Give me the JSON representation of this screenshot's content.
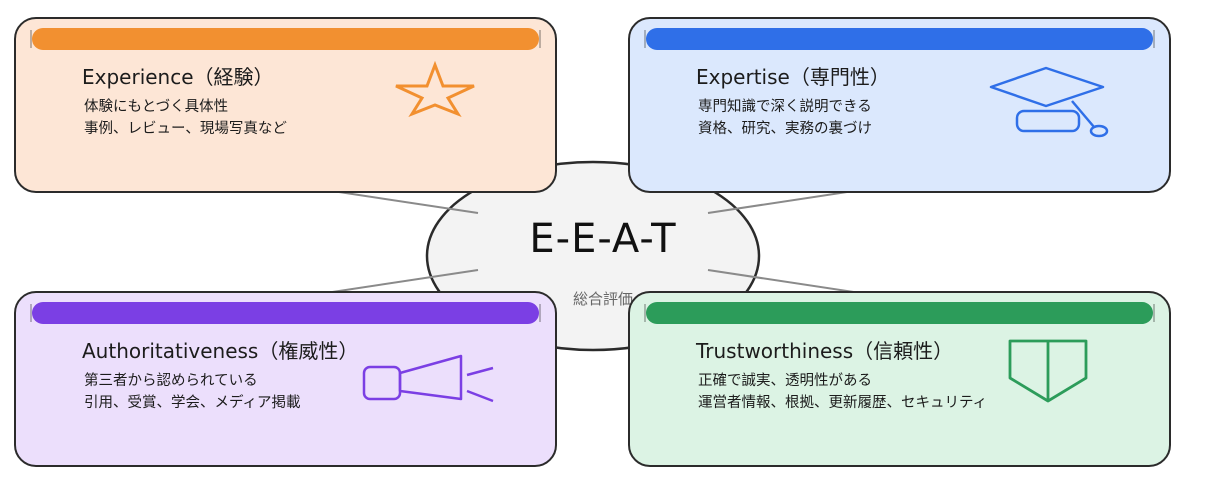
{
  "center": {
    "title": "E-E-A-T",
    "subtitle": "総合評価"
  },
  "cards": [
    {
      "id": "experience",
      "title": "Experience（経験）",
      "lines": [
        "体験にもとづく具体性",
        "事例、レビュー、現場写真など"
      ],
      "icon": "star-icon",
      "bg": "#fde6d6",
      "accent": "#f29030"
    },
    {
      "id": "expertise",
      "title": "Expertise（専門性）",
      "lines": [
        "専門知識で深く説明できる",
        "資格、研究、実務の裏づけ"
      ],
      "icon": "graduation-cap-icon",
      "bg": "#dbe8fd",
      "accent": "#2f6fe8"
    },
    {
      "id": "authoritativeness",
      "title": "Authoritativeness（権威性）",
      "lines": [
        "第三者から認められている",
        "引用、受賞、学会、メディア掲載"
      ],
      "icon": "megaphone-icon",
      "bg": "#ecdffc",
      "accent": "#7b3fe4"
    },
    {
      "id": "trustworthiness",
      "title": "Trustworthiness（信頼性）",
      "lines": [
        "正確で誠実、透明性がある",
        "運営者情報、根拠、更新履歴、セキュリティ"
      ],
      "icon": "shield-icon",
      "bg": "#dcf3e4",
      "accent": "#2c9c5a"
    }
  ]
}
